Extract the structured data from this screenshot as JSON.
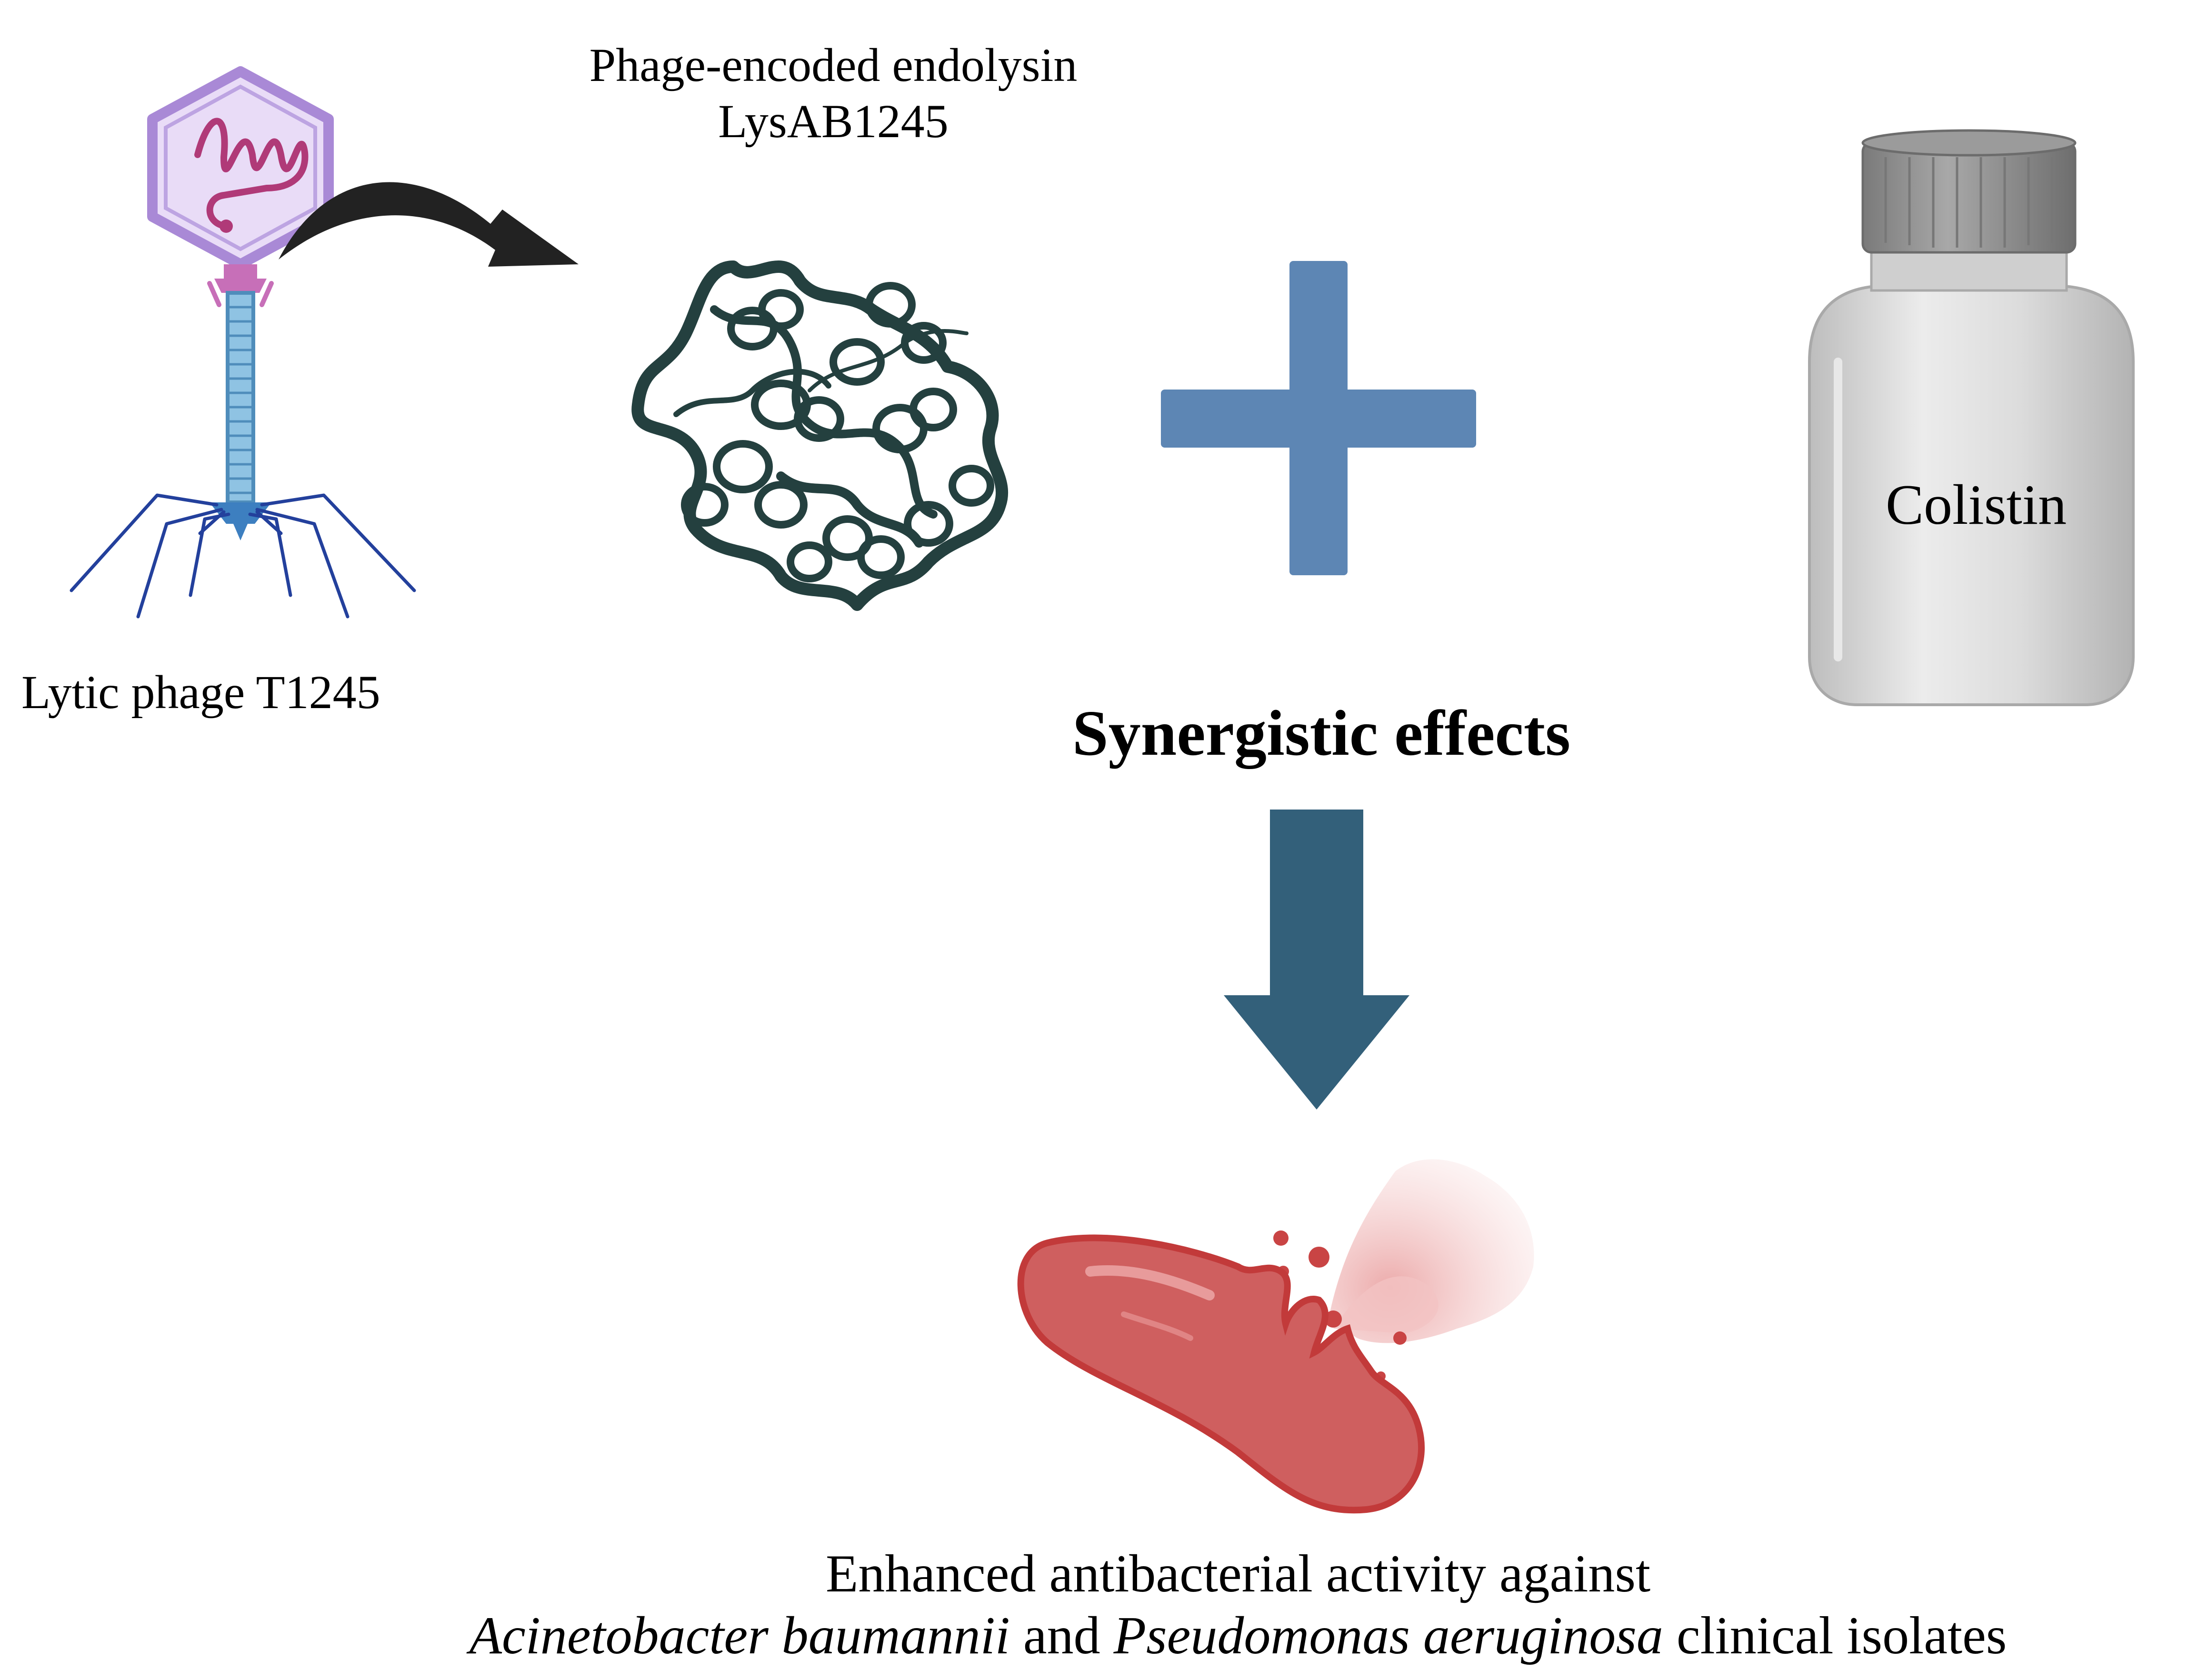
{
  "labels": {
    "phage": "Lytic phage T1245",
    "endolysin_line1": "Phage-encoded endolysin",
    "endolysin_line2": "LysAB1245",
    "colistin": "Colistin",
    "synergy": "Synergistic effects",
    "outcome_line1": "Enhanced antibacterial activity against",
    "outcome_species1": "Acinetobacter baumannii",
    "outcome_and": " and ",
    "outcome_species2": "Pseudomonas aeruginosa",
    "outcome_suffix": " clinical isolates"
  },
  "icons": {
    "phage": "bacteriophage-icon",
    "protein": "protein-ribbon-icon",
    "bottle": "medicine-bottle-icon",
    "plus": "plus-icon",
    "arrow": "down-arrow-icon",
    "bacterium": "lysing-bacterium-icon"
  },
  "colors": {
    "plus": "#5d86b4",
    "down_arrow": "#33607a",
    "curved_arrow": "#222222",
    "protein": "#24403f",
    "phage_head": "#a989d6",
    "phage_dna": "#b03a78",
    "phage_tail": "#5d9fc9",
    "phage_legs": "#23409c",
    "bacterium": "#c94444",
    "bottle_cap": "#8e8e8e",
    "bottle_body": "#d8d8d8"
  }
}
